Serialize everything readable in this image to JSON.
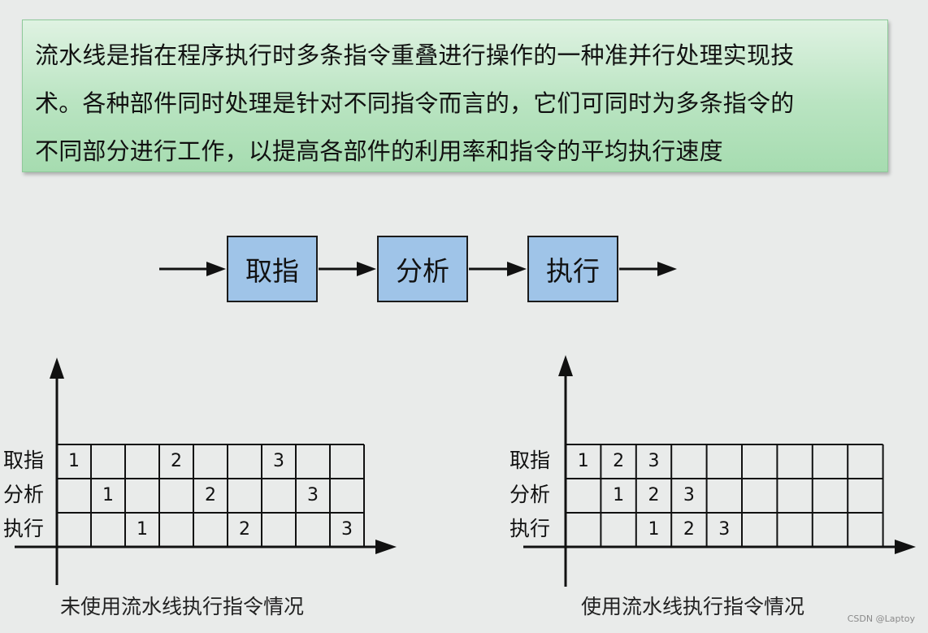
{
  "description_box": {
    "lines": [
      "流水线是指在程序执行时多条指令重叠进行操作的一种准并行处理实现技",
      "术。各种部件同时处理是针对不同指令而言的，它们可同时为多条指令的",
      "不同部分进行工作，以提高各部件的利用率和指令的平均执行速度"
    ]
  },
  "pipeline": {
    "stages": [
      "取指",
      "分析",
      "执行"
    ]
  },
  "grids": {
    "without_pipeline": {
      "caption": "未使用流水线执行指令情况",
      "row_labels": [
        "取指",
        "分析",
        "执行"
      ],
      "columns": 9,
      "rows": [
        [
          "1",
          "",
          "",
          "2",
          "",
          "",
          "3",
          "",
          ""
        ],
        [
          "",
          "1",
          "",
          "",
          "2",
          "",
          "",
          "3",
          ""
        ],
        [
          "",
          "",
          "1",
          "",
          "",
          "2",
          "",
          "",
          "3"
        ]
      ]
    },
    "with_pipeline": {
      "caption": "使用流水线执行指令情况",
      "row_labels": [
        "取指",
        "分析",
        "执行"
      ],
      "columns": 9,
      "rows": [
        [
          "1",
          "2",
          "3",
          "",
          "",
          "",
          "",
          "",
          ""
        ],
        [
          "",
          "1",
          "2",
          "3",
          "",
          "",
          "",
          "",
          ""
        ],
        [
          "",
          "",
          "1",
          "2",
          "3",
          "",
          "",
          "",
          ""
        ]
      ]
    }
  },
  "watermark": "CSDN @Laptoy"
}
